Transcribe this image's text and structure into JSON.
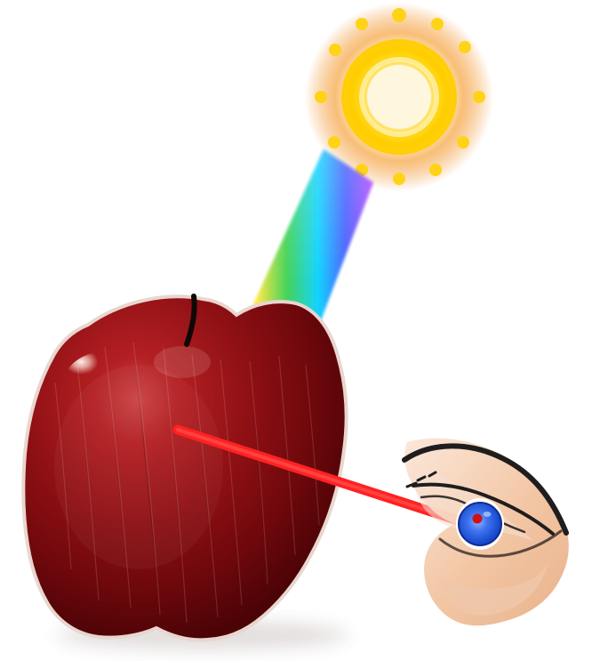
{
  "diagram": {
    "elements": [
      {
        "name": "sun",
        "icon": "sun-icon"
      },
      {
        "name": "light-beam",
        "icon": "rainbow-beam"
      },
      {
        "name": "apple",
        "icon": "apple-icon"
      },
      {
        "name": "reflected-ray",
        "icon": "red-ray"
      },
      {
        "name": "eye",
        "icon": "eye-icon"
      }
    ],
    "colors": {
      "sun_core": "#fff6c7",
      "sun_ring": "#ffd000",
      "sun_glow": "#f4a64a",
      "apple_body": "#8c0f12",
      "apple_highlight": "#f0d7cf",
      "reflected_ray": "#ff1b1b",
      "iris": "#1f58d6",
      "pupil": "#cc1010",
      "skin": "#f2c7a3",
      "eyelid_line": "#1b1b1b",
      "rainbow": [
        "#ff4b4b",
        "#ff9f1a",
        "#ffe53b",
        "#35d04a",
        "#00d1ff",
        "#3a54ff",
        "#b13cff"
      ]
    }
  }
}
